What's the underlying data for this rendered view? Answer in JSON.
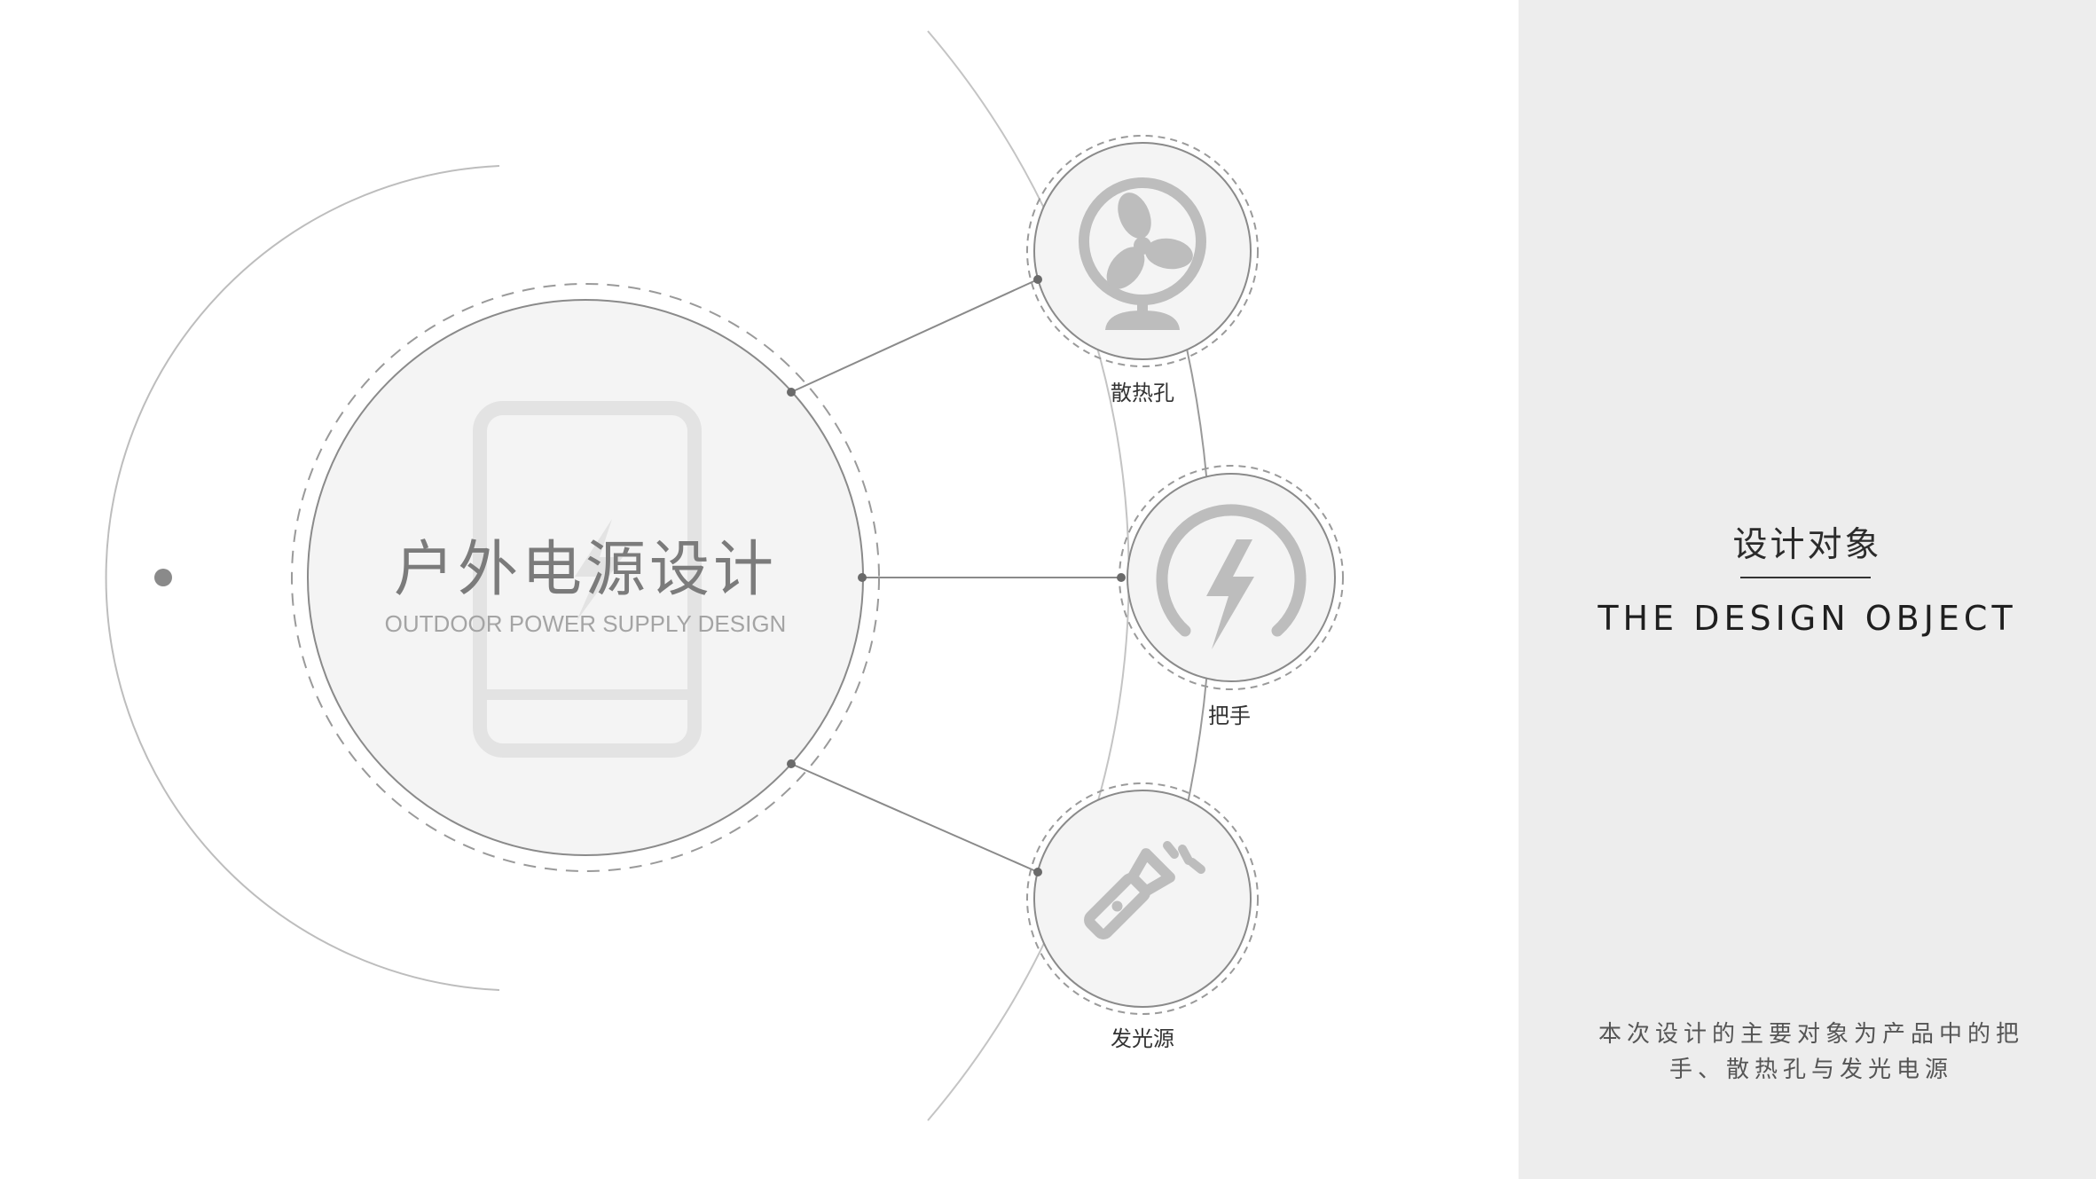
{
  "center": {
    "title": "户外电源设计",
    "subtitle": "OUTDOOR POWER SUPPLY DESIGN",
    "icon": "power-bank-icon"
  },
  "nodes": [
    {
      "label": "散热孔",
      "icon": "fan-icon"
    },
    {
      "label": "把手",
      "icon": "lightning-icon"
    },
    {
      "label": "发光源",
      "icon": "flashlight-icon"
    }
  ],
  "panel": {
    "title": "设计对象",
    "subtitle": "THE DESIGN OBJECT",
    "description": "本次设计的主要对象为产品中的把手、散热孔与发光电源"
  },
  "colors": {
    "panel_background": "#ededed",
    "circle_fill": "#f4f4f4",
    "line": "#8a8a8a",
    "icon": "#bdbdbd"
  }
}
